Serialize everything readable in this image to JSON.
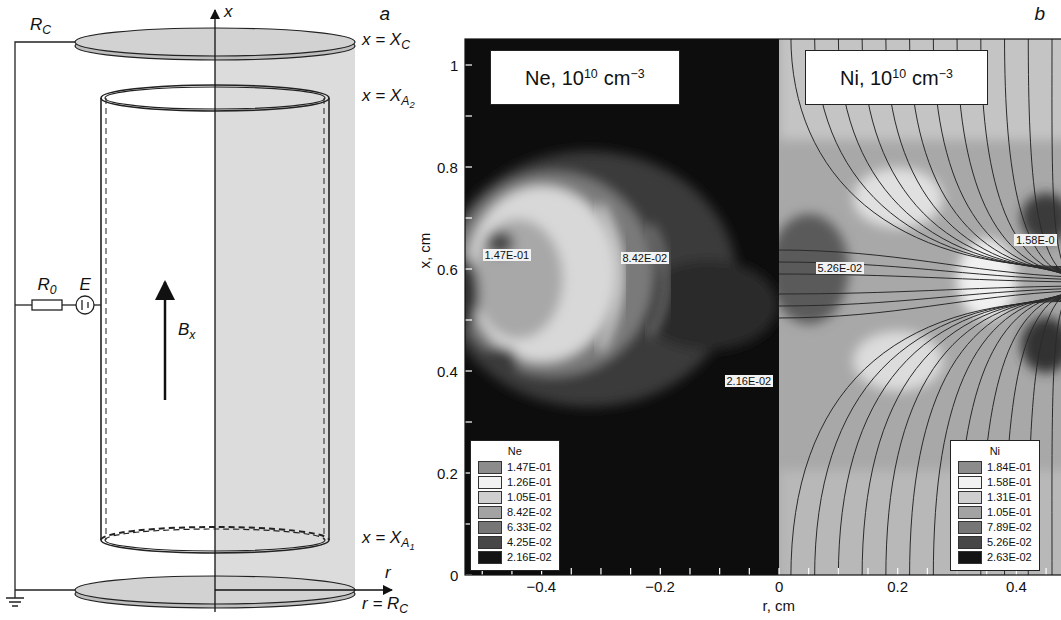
{
  "diagram": {
    "nodes": [
      {
        "text": [
          "Ne, 10",
          "10",
          "cm",
          "−3"
        ]
      },
      {
        "text": [
          "Ni, 10",
          "10",
          "cm",
          "−3"
        ]
      },
      {
        "text": [
          "Ne"
        ]
      },
      {
        "text": [
          "Ni"
        ]
      }
    ],
    "labels": [
      "a",
      "R",
      "C",
      "x",
      "x = X",
      "C",
      "x = X",
      "A",
      "2",
      "R",
      "0",
      "E",
      "B",
      "x",
      "x = X",
      "A",
      "1",
      "r",
      "r = R",
      "C",
      "b",
      "1.47E-01",
      "8.42E-02",
      "5.26E-02",
      "1.58E-0",
      "2.16E-02",
      "1",
      "0.8",
      "0.6",
      "0.4",
      "0.2",
      "0",
      "x, cm",
      "−0.4",
      "−0.2",
      "0",
      "0.2",
      "0.4",
      "r, cm"
    ],
    "legend": [
      {
        "text": "1.47E-01",
        "color": "#8c8c8c"
      },
      {
        "text": "1.26E-01",
        "color": "#f2f2f2"
      },
      {
        "text": "1.05E-01",
        "color": "#cfcfcf"
      },
      {
        "text": "8.42E-02",
        "color": "#a3a3a3"
      },
      {
        "text": "6.33E-02",
        "color": "#767676"
      },
      {
        "text": "4.25E-02",
        "color": "#474747"
      },
      {
        "text": "2.16E-02",
        "color": "#141414"
      },
      {
        "text": "1.84E-01",
        "color": "#8c8c8c"
      },
      {
        "text": "1.58E-01",
        "color": "#f2f2f2"
      },
      {
        "text": "1.31E-01",
        "color": "#cfcfcf"
      },
      {
        "text": "1.05E-01",
        "color": "#a3a3a3"
      },
      {
        "text": "7.89E-02",
        "color": "#767676"
      },
      {
        "text": "5.26E-02",
        "color": "#474747"
      },
      {
        "text": "2.63E-02",
        "color": "#141414"
      }
    ]
  }
}
